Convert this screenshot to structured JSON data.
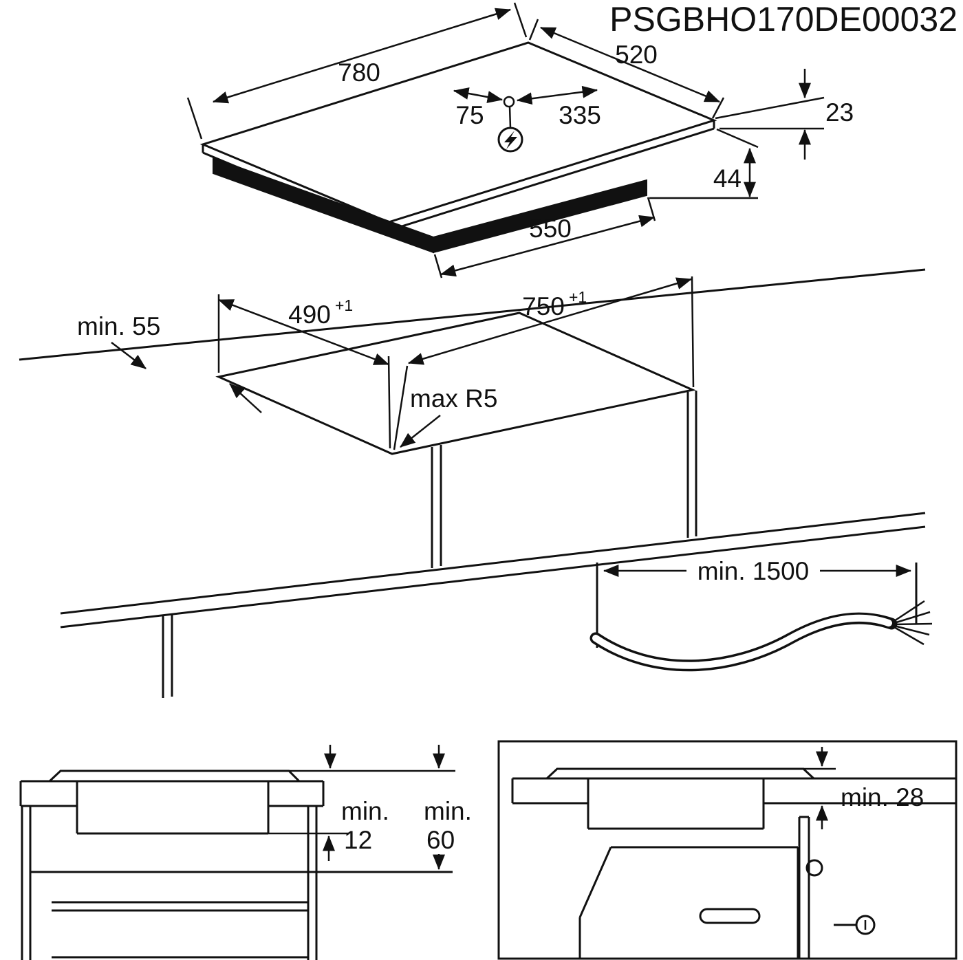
{
  "part_number": "PSGBHO170DE00032",
  "hob": {
    "width_mm": "780",
    "depth_mm": "520",
    "mains_offset_left_mm": "75",
    "mains_offset_right_mm": "335",
    "glass_thickness_mm": "23",
    "body_depth_mm": "44",
    "body_width_mm": "550"
  },
  "cutout": {
    "rear_clearance": "min. 55",
    "depth_mm": "490",
    "depth_tol": "+1",
    "width_mm": "750",
    "width_tol": "+1",
    "corner_radius": "max R5"
  },
  "cable": {
    "min_length": "min. 1500"
  },
  "drawer_install": {
    "gap_prefix": "min.",
    "gap_mm": "12",
    "clearance_prefix": "min.",
    "clearance_mm": "60"
  },
  "oven_install": {
    "clearance": "min. 28"
  }
}
